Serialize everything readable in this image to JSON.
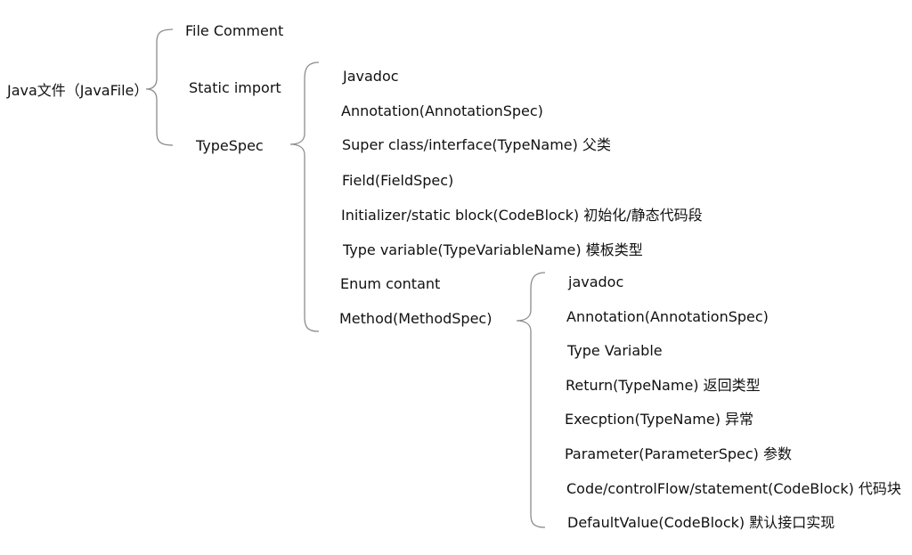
{
  "root": {
    "label": "Java文件（JavaFile）"
  },
  "javafile_children": [
    {
      "label": "File Comment"
    },
    {
      "label": "Static import"
    },
    {
      "label": "TypeSpec"
    }
  ],
  "typespec_children": [
    {
      "label": "Javadoc"
    },
    {
      "label": "Annotation(AnnotationSpec)"
    },
    {
      "label": "Super class/interface(TypeName) 父类"
    },
    {
      "label": "Field(FieldSpec)"
    },
    {
      "label": "Initializer/static block(CodeBlock) 初始化/静态代码段"
    },
    {
      "label": "Type variable(TypeVariableName) 模板类型"
    },
    {
      "label": "Enum contant"
    },
    {
      "label": "Method(MethodSpec)"
    }
  ],
  "method_children": [
    {
      "label": "javadoc"
    },
    {
      "label": "Annotation(AnnotationSpec)"
    },
    {
      "label": "Type Variable"
    },
    {
      "label": "Return(TypeName) 返回类型"
    },
    {
      "label": "Execption(TypeName) 异常"
    },
    {
      "label": "Parameter(ParameterSpec) 参数"
    },
    {
      "label": "Code/controlFlow/statement(CodeBlock) 代码块"
    },
    {
      "label": "DefaultValue(CodeBlock) 默认接口实现"
    }
  ]
}
